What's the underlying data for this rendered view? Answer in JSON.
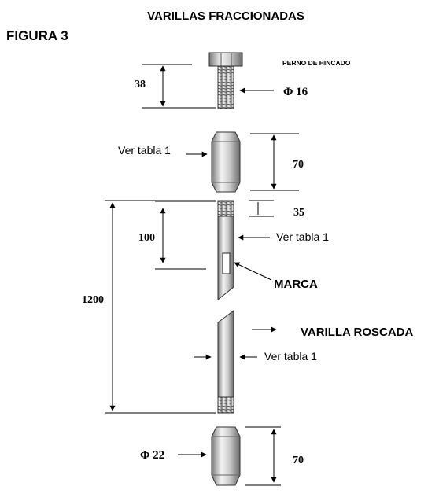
{
  "title": "VARILLAS FRACCIONADAS",
  "figure_label": "FIGURA 3",
  "labels": {
    "perno": "PERNO DE HINCADO",
    "phi16": "Φ 16",
    "dim38": "38",
    "ver_tabla_1a": "Ver tabla 1",
    "dim70a": "70",
    "dim35": "35",
    "dim100": "100",
    "ver_tabla_1b": "Ver tabla 1",
    "marca": "MARCA",
    "dim1200": "1200",
    "varilla_roscada": "VARILLA ROSCADA",
    "ver_tabla_1c": "Ver tabla 1",
    "phi22": "Φ 22",
    "dim70b": "70"
  },
  "colors": {
    "steel_dark": "#6e6e6e",
    "steel_mid": "#c4c4c4",
    "steel_light": "#f2f2f2",
    "ink": "#000000"
  }
}
